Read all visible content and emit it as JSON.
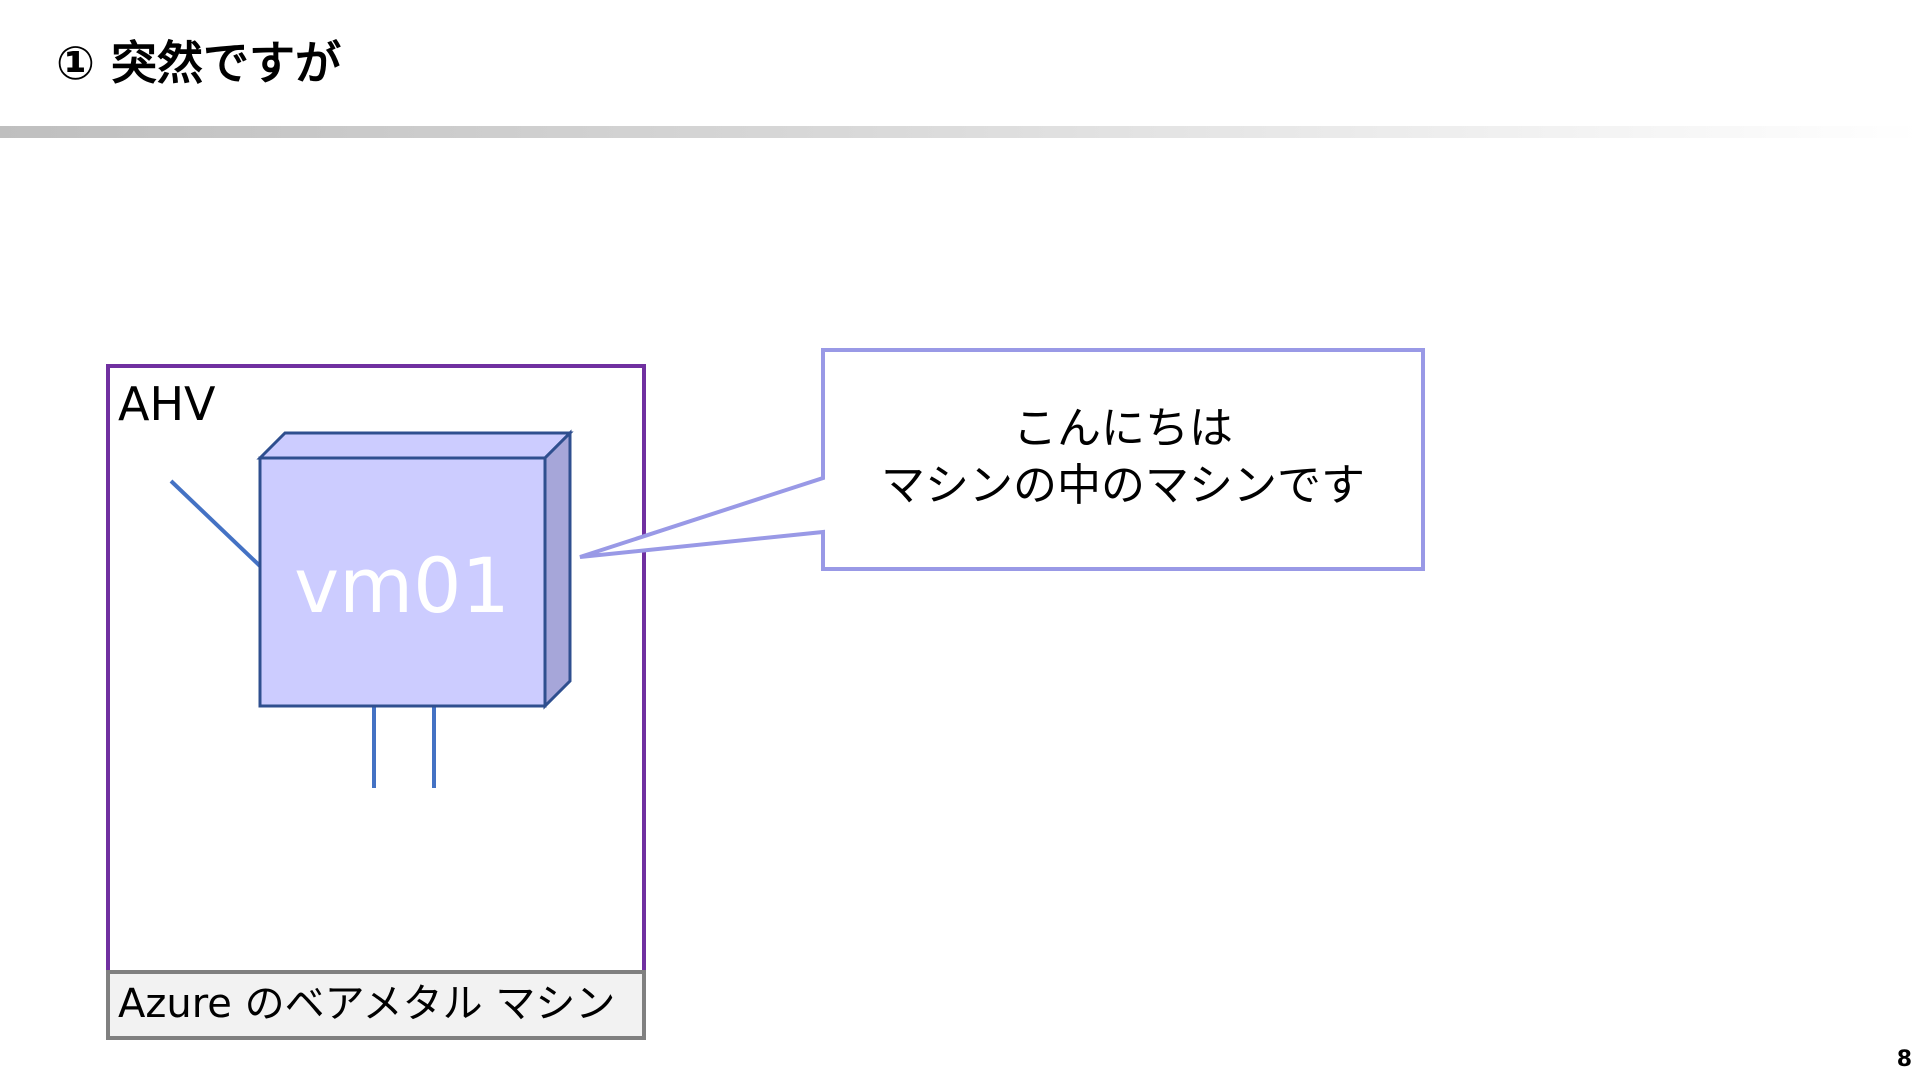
{
  "slide": {
    "title": "① 突然ですが",
    "page_number": "8"
  },
  "diagram": {
    "host": {
      "label": "AHV",
      "border_color": "#7030a0"
    },
    "vm": {
      "label": "vm01",
      "front_color": "#ccccff",
      "side_color": "#a6a6d9",
      "edge_color": "#2f4f8f",
      "cable_color": "#4472c4"
    },
    "baremetal": {
      "label": "Azure のベアメタル マシン",
      "fill": "#f2f2f2",
      "border_color": "#808080"
    },
    "callout": {
      "line1": "こんにちは",
      "line2": "マシンの中のマシンです",
      "border_color": "#9999e6"
    }
  }
}
